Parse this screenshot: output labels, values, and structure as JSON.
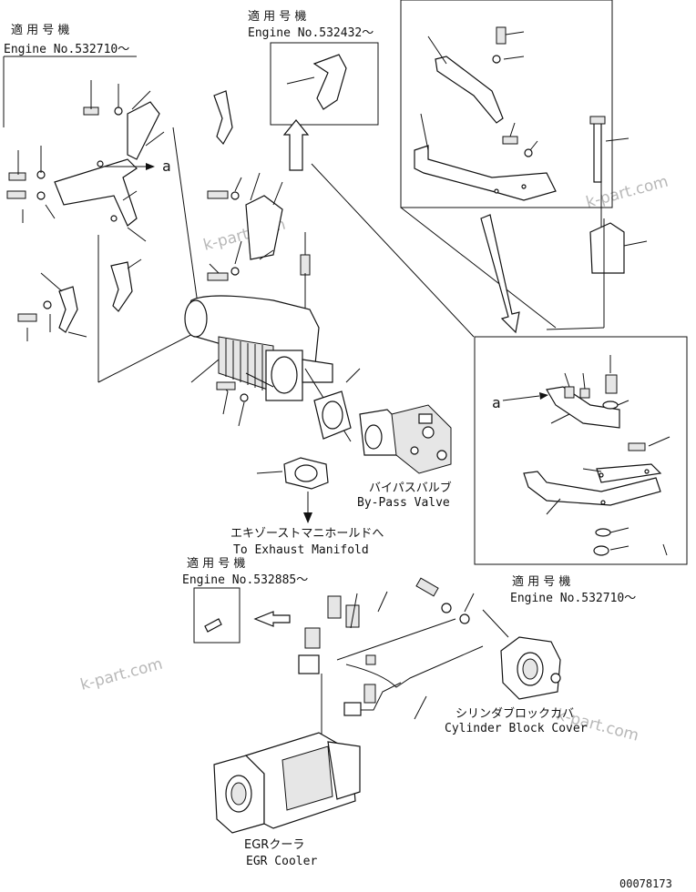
{
  "labels": {
    "applicable_1": "適 用 号 機",
    "engine_1": "Engine No.532710～",
    "applicable_2": "適 用 号 機",
    "engine_2": "Engine No.532432～",
    "arrow_a_left": "a",
    "arrow_a_right": "a",
    "bypass_jp": "バイパスバルブ",
    "bypass_en": "By-Pass Valve",
    "exhaust_jp": "エキゾーストマニホールドへ",
    "exhaust_en": "To Exhaust Manifold",
    "applicable_3": "適 用 号 機",
    "engine_3": "Engine No.532885～",
    "applicable_4": "適 用 号 機",
    "engine_4": "Engine No.532710～",
    "cyl_jp": "シリンダブロックカバ",
    "cyl_en": "Cylinder Block Cover",
    "egr_jp": "EGRクーラ",
    "egr_en": "EGR Cooler",
    "drawing_no": "00078173"
  },
  "watermarks": [
    "k-part.com",
    "k-part.com",
    "k-part.com",
    "k-part.com"
  ]
}
